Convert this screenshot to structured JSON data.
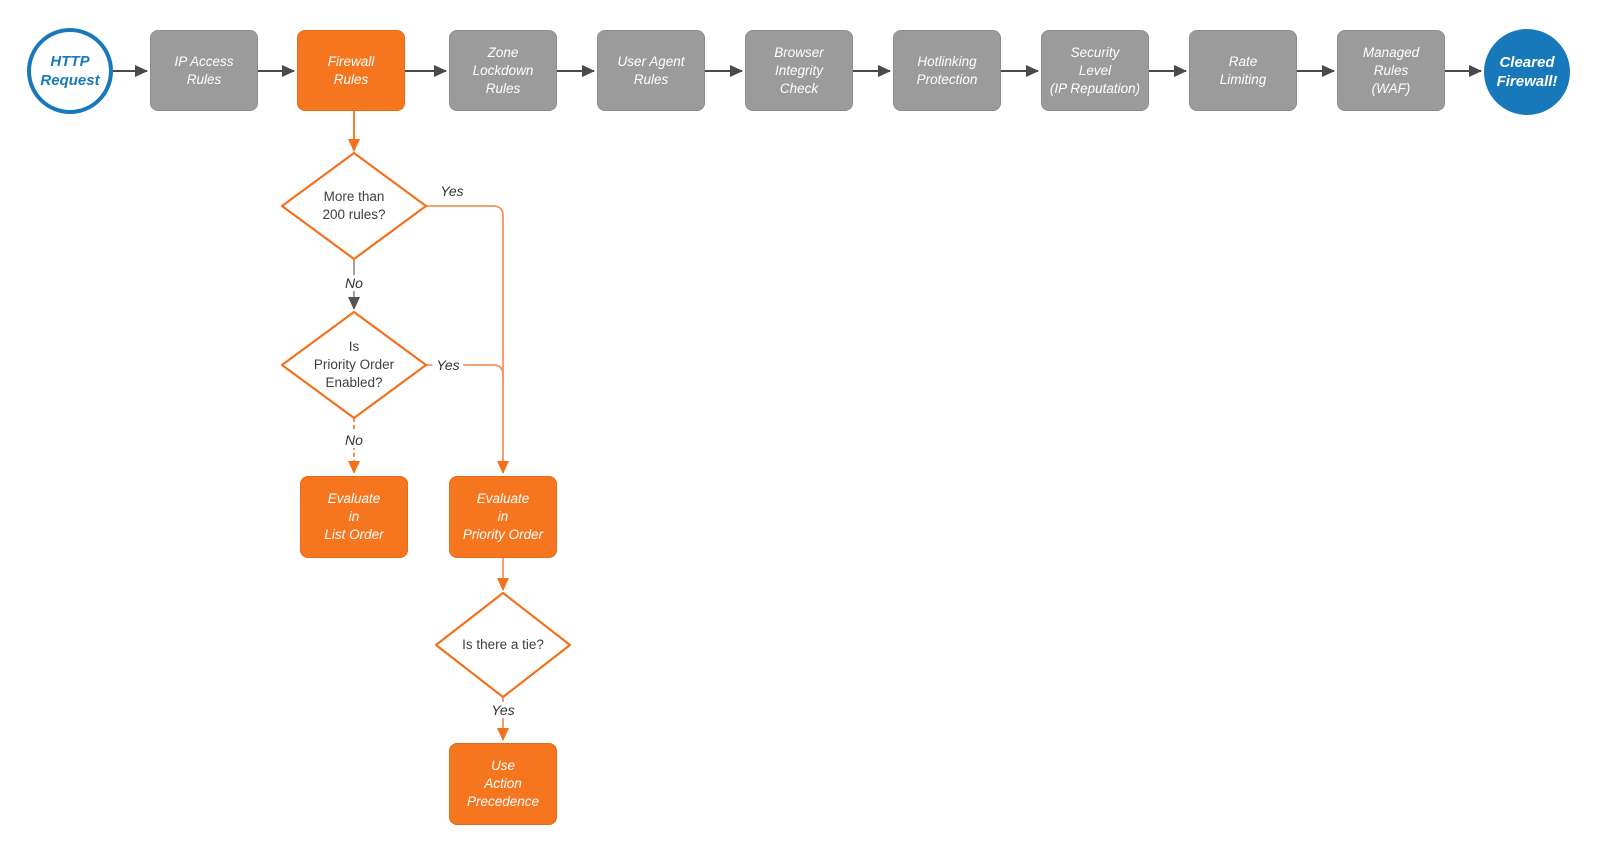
{
  "colors": {
    "blue": "#1779BA",
    "box_gray": "#9B9B9B",
    "box_orange": "#F5761F",
    "line_orange": "#F4711C",
    "line_orange_light": "#F6935F",
    "line_gray": "#999999",
    "arrow_dark": "#4A4A4A"
  },
  "flow": {
    "start": {
      "label": "HTTP\nRequest"
    },
    "end": {
      "label": "Cleared\nFirewall!"
    },
    "stages": [
      {
        "label": "IP Access\nRules"
      },
      {
        "label": "Firewall\nRules"
      },
      {
        "label": "Zone\nLockdown\nRules"
      },
      {
        "label": "User Agent\nRules"
      },
      {
        "label": "Browser\nIntegrity\nCheck"
      },
      {
        "label": "Hotlinking\nProtection"
      },
      {
        "label": "Security\nLevel\n(IP Reputation)"
      },
      {
        "label": "Rate\nLimiting"
      },
      {
        "label": "Managed\nRules\n(WAF)"
      }
    ]
  },
  "decisions": {
    "more_than_200": {
      "label": "More than\n200 rules?",
      "yes": "Yes",
      "no": "No"
    },
    "priority_enabled": {
      "label": "Is\nPriority Order\nEnabled?",
      "yes": "Yes",
      "no": "No"
    },
    "tie": {
      "label": "Is there a tie?",
      "yes": "Yes"
    }
  },
  "actions": {
    "list_order": {
      "label": "Evaluate\nin\nList Order"
    },
    "priority_order": {
      "label": "Evaluate\nin\nPriority Order"
    },
    "action_precedence": {
      "label": "Use\nAction\nPrecedence"
    }
  }
}
